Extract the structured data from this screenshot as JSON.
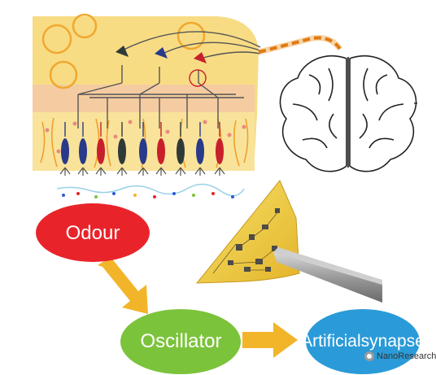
{
  "nodes": {
    "odour": "Odour",
    "oscillator": "Oscillator",
    "artificial_synapse": [
      "Artificial",
      "synapse"
    ]
  },
  "watermark": {
    "text": "NanoResearch",
    "icon": "wechat-icon"
  },
  "colors": {
    "odour": "#e8242a",
    "oscillator": "#7cc33c",
    "artificial_synapse": "#2a9bd8",
    "arrow": "#f2b52a",
    "bulb_fill": "#f8dc84",
    "nerve_fiber": "#f0a030",
    "neuron_red": "#c8202a",
    "neuron_blue": "#2a3a8a",
    "neuron_dark": "#2f3a38",
    "circuit_film": "#f1d24a"
  },
  "icons": [
    "brain-outline",
    "olfactory-neuron",
    "flexible-circuit",
    "tweezers"
  ]
}
